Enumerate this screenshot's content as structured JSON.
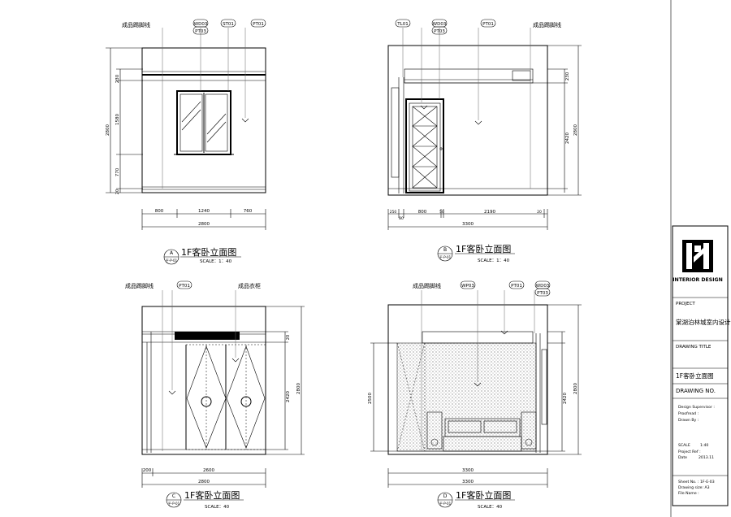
{
  "panels": {
    "a": {
      "tags_top": [
        "成品踢脚线",
        "WD03",
        "PT03",
        "ST01",
        "PT01"
      ],
      "dims_bottom": [
        "800",
        "1240",
        "760"
      ],
      "total_bottom": "2800",
      "dims_left": [
        "230",
        "1580",
        "770",
        "20"
      ],
      "total_left": "2800",
      "marker_letter": "A",
      "marker_sub": "平-P-01",
      "title": "1F客卧立面图",
      "scale": "SCALE：1：40"
    },
    "b": {
      "tags_top": [
        "TL01",
        "WD03",
        "PT03",
        "PT01",
        "成品踢脚线"
      ],
      "dims_bottom": [
        "250",
        "800",
        "50",
        "2190",
        "20"
      ],
      "dim_bottom_extra": "80",
      "total_bottom": "3300",
      "dims_right": [
        "230",
        "2420"
      ],
      "total_right": "2800",
      "marker_letter": "B",
      "marker_sub": "平-P-01",
      "title": "1F客卧立面图",
      "scale": "SCALE：1：40"
    },
    "c": {
      "tags_top": [
        "成品踢脚线",
        "PT01",
        "成品衣柜"
      ],
      "dims_bottom": [
        "200",
        "2600"
      ],
      "total_bottom": "2800",
      "dims_right": [
        "20",
        "2420"
      ],
      "total_right": "2800",
      "marker_letter": "C",
      "marker_sub": "平-P-01",
      "title": "1F客卧立面图",
      "scale": "SCALE：40"
    },
    "d": {
      "tags_top": [
        "成品踢脚线",
        "WP03",
        "PT01",
        "WD03",
        "PT03"
      ],
      "dims_bottom": [
        "3300"
      ],
      "total_bottom": "3300",
      "dim_left": "2500",
      "dims_right": [
        "2420"
      ],
      "total_right": "2800",
      "marker_letter": "D",
      "marker_sub": "平-P-01",
      "title": "1F客卧立面图",
      "scale": "SCALE：40"
    }
  },
  "title_block": {
    "logo_text": "INTERIOR DESIGN",
    "project_label": "PROJECT",
    "project_name": "棠湖泊林城室内设计",
    "drawing_title_label": "DRAWING TITLE",
    "drawing_title": "1F客卧立面图",
    "drawing_no_label": "DRAWING NO.",
    "supervisor": "Design Supervisor :",
    "proofread": "Proofread :",
    "drawn_by": "Drawn By :",
    "scale_label": "SCALE",
    "scale_value": "1:40",
    "project_ref": "Project Ref :",
    "date_label": "Date",
    "date_value": "2013.11",
    "sheet_label": "Sheet No. :",
    "sheet_value": "1F-E-03",
    "size_label": "Drawing size: A3",
    "file_label": "File Name :"
  }
}
